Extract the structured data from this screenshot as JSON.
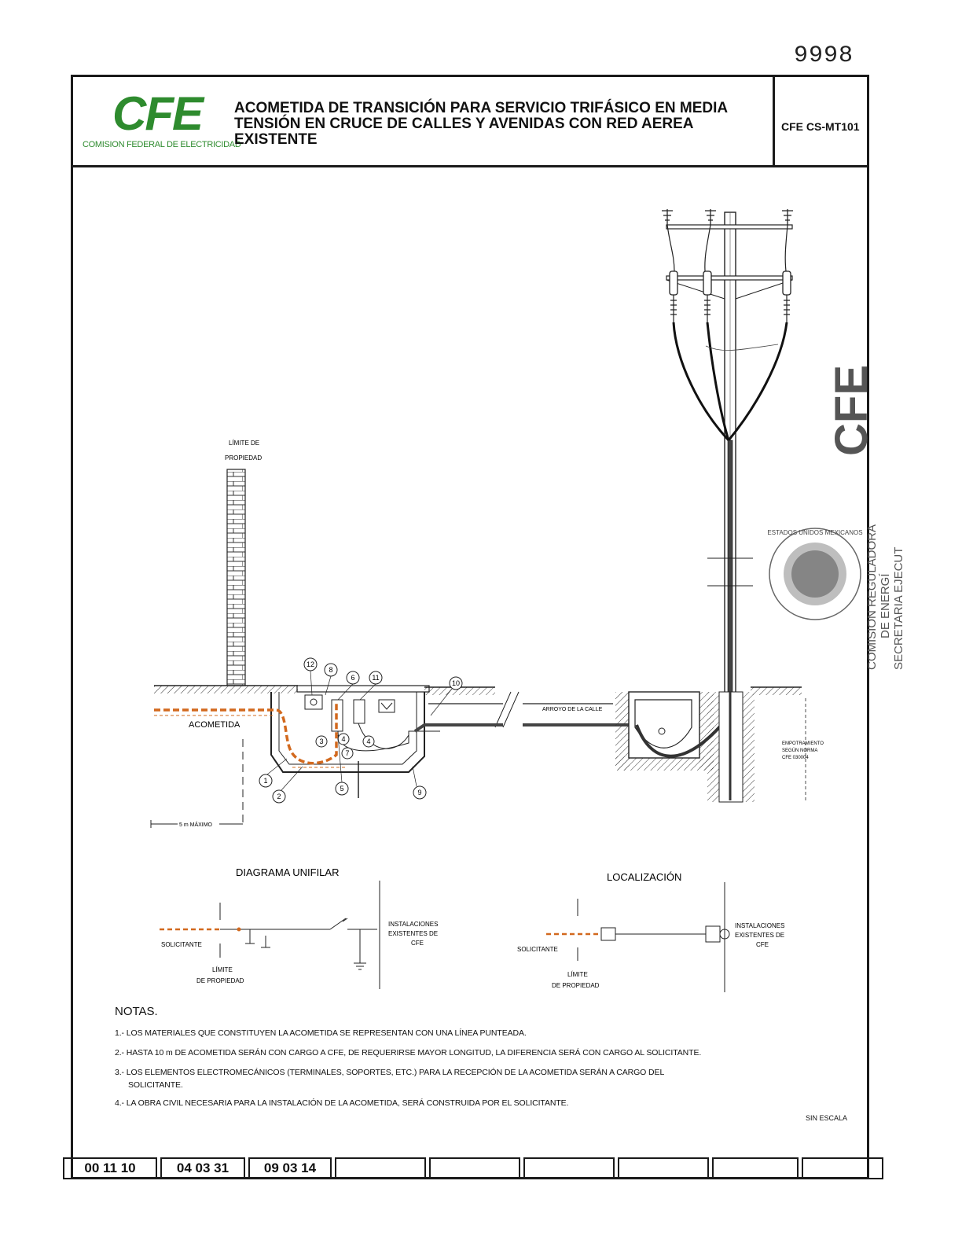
{
  "page_number": "9998",
  "logo": {
    "mark": "CFE",
    "subtitle": "COMISION FEDERAL DE ELECTRICIDAD"
  },
  "title": {
    "line1": "ACOMETIDA DE TRANSICIÓN PARA SERVICIO TRIFÁSICO EN MEDIA",
    "line2": "TENSIÓN EN CRUCE DE CALLES Y AVENIDAS CON RED AEREA",
    "line3": "EXISTENTE"
  },
  "code": "CFE CS-MT101",
  "drawing": {
    "limite_line1": "LÍMITE DE",
    "limite_line2": "PROPIEDAD",
    "acometida": "ACOMETIDA",
    "cinco_m": "5 m MÁXIMO",
    "arroyo": "ARROYO DE LA CALLE",
    "empotramiento": [
      "EMPOTRAMIENTO",
      "SEGÚN NORMA",
      "CFE 030004"
    ],
    "callouts": [
      "12",
      "8",
      "6",
      "11",
      "10",
      "3",
      "4",
      "7",
      "4",
      "1",
      "2",
      "5",
      "9"
    ]
  },
  "unifilar": {
    "title": "DIAGRAMA UNIFILAR",
    "solicitante": "SOLICITANTE",
    "limite_line1": "LÍMITE",
    "limite_line2": "DE PROPIEDAD",
    "inst_line1": "INSTALACIONES",
    "inst_line2": "EXISTENTES DE",
    "inst_line3": "CFE"
  },
  "localizacion": {
    "title": "LOCALIZACIÓN",
    "solicitante": "SOLICITANTE",
    "limite_line1": "LÍMITE",
    "limite_line2": "DE PROPIEDAD",
    "inst_line1": "INSTALACIONES",
    "inst_line2": "EXISTENTES DE",
    "inst_line3": "CFE"
  },
  "stamp": {
    "cfe": "CFE",
    "commission_line1": "COMISION REGULADORA",
    "commission_line2": "DE ENERGÍ",
    "commission_line3": "SECRETARIA EJECUT",
    "seal_text": "ESTADOS UNIDOS MEXICANOS"
  },
  "notes": {
    "title": "NOTAS.",
    "n1": "1.- LOS MATERIALES QUE CONSTITUYEN LA ACOMETIDA SE REPRESENTAN CON UNA LÍNEA PUNTEADA.",
    "n2": "2.- HASTA 10 m DE ACOMETIDA SERÁN CON CARGO A CFE, DE REQUERIRSE MAYOR LONGITUD, LA DIFERENCIA SERÁ CON CARGO AL SOLICITANTE.",
    "n3a": "3.- LOS ELEMENTOS ELECTROMECÁNICOS (TERMINALES, SOPORTES, ETC.) PARA LA RECEPCIÓN DE LA ACOMETIDA SERÁN A CARGO  DEL",
    "n3b": "SOLICITANTE.",
    "n4": "4.- LA OBRA CIVIL NECESARIA PARA LA INSTALACIÓN DE LA ACOMETIDA, SERÁ CONSTRUIDA POR EL SOLICITANTE."
  },
  "sin_escala": "SIN ESCALA",
  "revisions": [
    "00 11 10",
    "04 03 31",
    "09 03 14",
    "",
    "",
    "",
    "",
    "",
    ""
  ],
  "colors": {
    "green": "#2e8b2e",
    "orange": "#d2691e",
    "ink": "#1a1a1a"
  }
}
